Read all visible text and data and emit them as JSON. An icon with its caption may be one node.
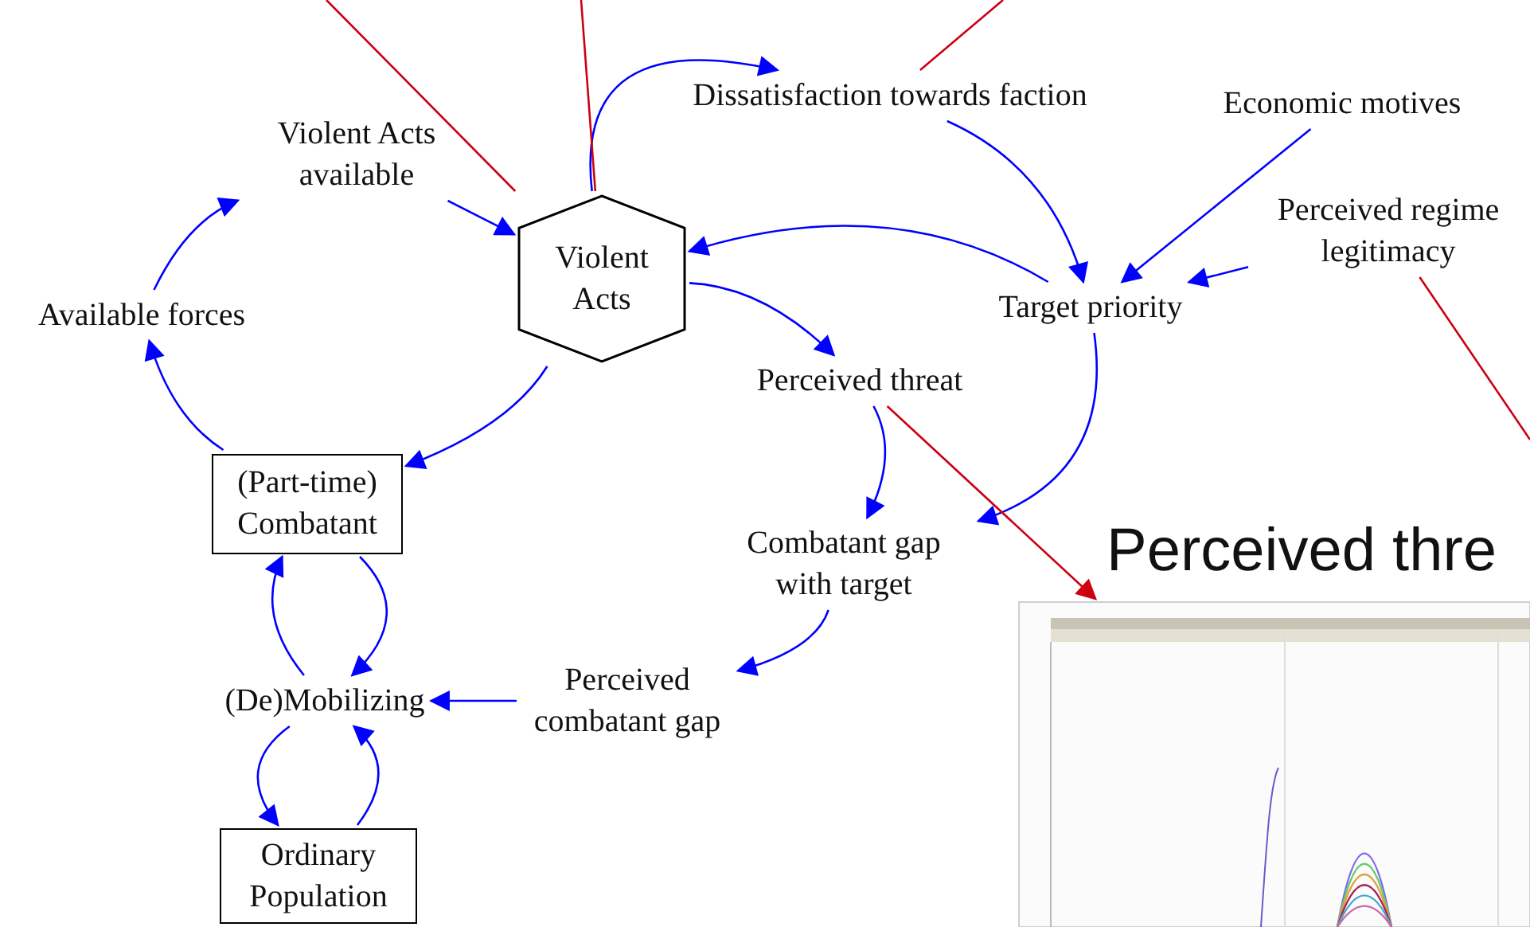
{
  "diagram": {
    "nodes": [
      {
        "text": [
          "Violent Acts available"
        ]
      },
      {
        "text": [
          "Violent Acts"
        ]
      },
      {
        "text": [
          "Dissatisfaction towards faction"
        ]
      },
      {
        "text": [
          "Economic motives"
        ]
      },
      {
        "text": [
          "Available forces"
        ]
      },
      {
        "text": [
          "Perceived regime legitimacy"
        ]
      },
      {
        "text": [
          "Target priority"
        ]
      },
      {
        "text": [
          "Perceived threat"
        ]
      },
      {
        "text": [
          "(Part-time) Combatant"
        ]
      },
      {
        "text": [
          "Combatant gap with target"
        ]
      },
      {
        "text": [
          "(De)Mobilizing"
        ]
      },
      {
        "text": [
          "Perceived combatant gap"
        ]
      },
      {
        "text": [
          "Ordinary Population"
        ]
      },
      {
        "text": [],
        "shape": "picture"
      }
    ],
    "edges": [
      {
        "from": 0,
        "to": 1,
        "arrow": "to"
      },
      {
        "from": 1,
        "to": 2,
        "arrow": "to"
      },
      {
        "from": 6,
        "to": 1,
        "arrow": "to"
      },
      {
        "from": 1,
        "to": 7,
        "arrow": "to"
      },
      {
        "from": 2,
        "to": 6,
        "arrow": "to"
      },
      {
        "from": 3,
        "to": 6,
        "arrow": "to"
      },
      {
        "from": 5,
        "to": 6,
        "arrow": "to"
      },
      {
        "from": 1,
        "to": 8,
        "arrow": "to"
      },
      {
        "from": 8,
        "to": 4,
        "arrow": "to"
      },
      {
        "from": 4,
        "to": 0,
        "arrow": "to"
      },
      {
        "from": 7,
        "to": 9,
        "arrow": "to"
      },
      {
        "from": 6,
        "to": 9,
        "arrow": "to"
      },
      {
        "from": 9,
        "to": 11,
        "arrow": "to"
      },
      {
        "from": 11,
        "to": 10,
        "arrow": "to"
      },
      {
        "from": 8,
        "to": 10,
        "arrow": "to"
      },
      {
        "from": 10,
        "to": 8,
        "arrow": "to"
      },
      {
        "from": 10,
        "to": 12,
        "arrow": "to"
      },
      {
        "from": 12,
        "to": 10,
        "arrow": "to"
      },
      {
        "from": null,
        "to": 1,
        "arrow": "none",
        "color": "#cc0011"
      },
      {
        "from": null,
        "to": 1,
        "arrow": "none",
        "color": "#cc0011"
      },
      {
        "from": 2,
        "to": null,
        "arrow": "none",
        "color": "#cc0011"
      },
      {
        "from": 5,
        "to": null,
        "arrow": "none",
        "color": "#cc0011"
      },
      {
        "from": 7,
        "to": 13,
        "arrow": "to",
        "color": "#cc0011"
      }
    ],
    "labels": [
      "Perceived thre"
    ]
  }
}
